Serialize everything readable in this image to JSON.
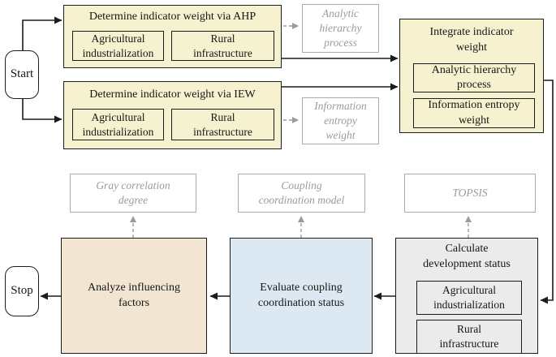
{
  "colors": {
    "yellow": "#f6f2cf",
    "tan": "#f2e5d2",
    "blue": "#dce9f3",
    "grayfill": "#ebebeb",
    "labelgray": "#9b9b9b",
    "ink": "#1c1c1c"
  },
  "flowchart": {
    "start": {
      "label": "Start"
    },
    "stop": {
      "label": "Stop"
    },
    "ahp": {
      "title": "Determine indicator weight via AHP",
      "sub1": [
        "Agricultural",
        "industrialization"
      ],
      "sub2": [
        "Rural",
        "infrastructure"
      ]
    },
    "iew": {
      "title": "Determine indicator weight via IEW",
      "sub1": [
        "Agricultural",
        "industrialization"
      ],
      "sub2": [
        "Rural",
        "infrastructure"
      ]
    },
    "ahp_method": [
      "Analytic",
      "hierarchy",
      "process"
    ],
    "iew_method": [
      "Information",
      "entropy",
      "weight"
    ],
    "integrate": {
      "title": [
        "Integrate indicator",
        "weight"
      ],
      "sub1": [
        "Analytic hierarchy",
        "process"
      ],
      "sub2": [
        "Information entropy",
        "weight"
      ]
    },
    "gray_correlation": [
      "Gray correlation",
      "degree"
    ],
    "coupling_model": [
      "Coupling",
      "coordination model"
    ],
    "topsis": "TOPSIS",
    "analyze": [
      "Analyze influencing",
      "factors"
    ],
    "evaluate": [
      "Evaluate coupling",
      "coordination status"
    ],
    "calculate": {
      "title": [
        "Calculate",
        "development status"
      ],
      "sub1": [
        "Agricultural",
        "industrialization"
      ],
      "sub2": [
        "Rural",
        "infrastructure"
      ]
    }
  }
}
